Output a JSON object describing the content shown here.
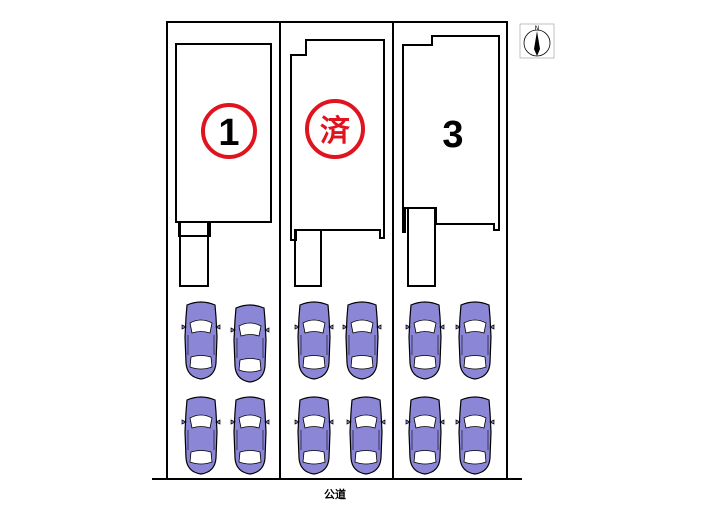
{
  "lots": [
    {
      "label": "1",
      "style": "circled",
      "status": "available"
    },
    {
      "label": "済",
      "style": "circled",
      "status": "sold"
    },
    {
      "label": "3",
      "style": "plain",
      "status": "available"
    }
  ],
  "road_label": "公道",
  "compass": {
    "label": "N"
  },
  "colors": {
    "accent_red": "#e0141e",
    "car_body": "#8b86d6",
    "car_glass": "#ffffff",
    "outline": "#000000"
  },
  "icons": [
    "compass-icon",
    "car-icon"
  ]
}
